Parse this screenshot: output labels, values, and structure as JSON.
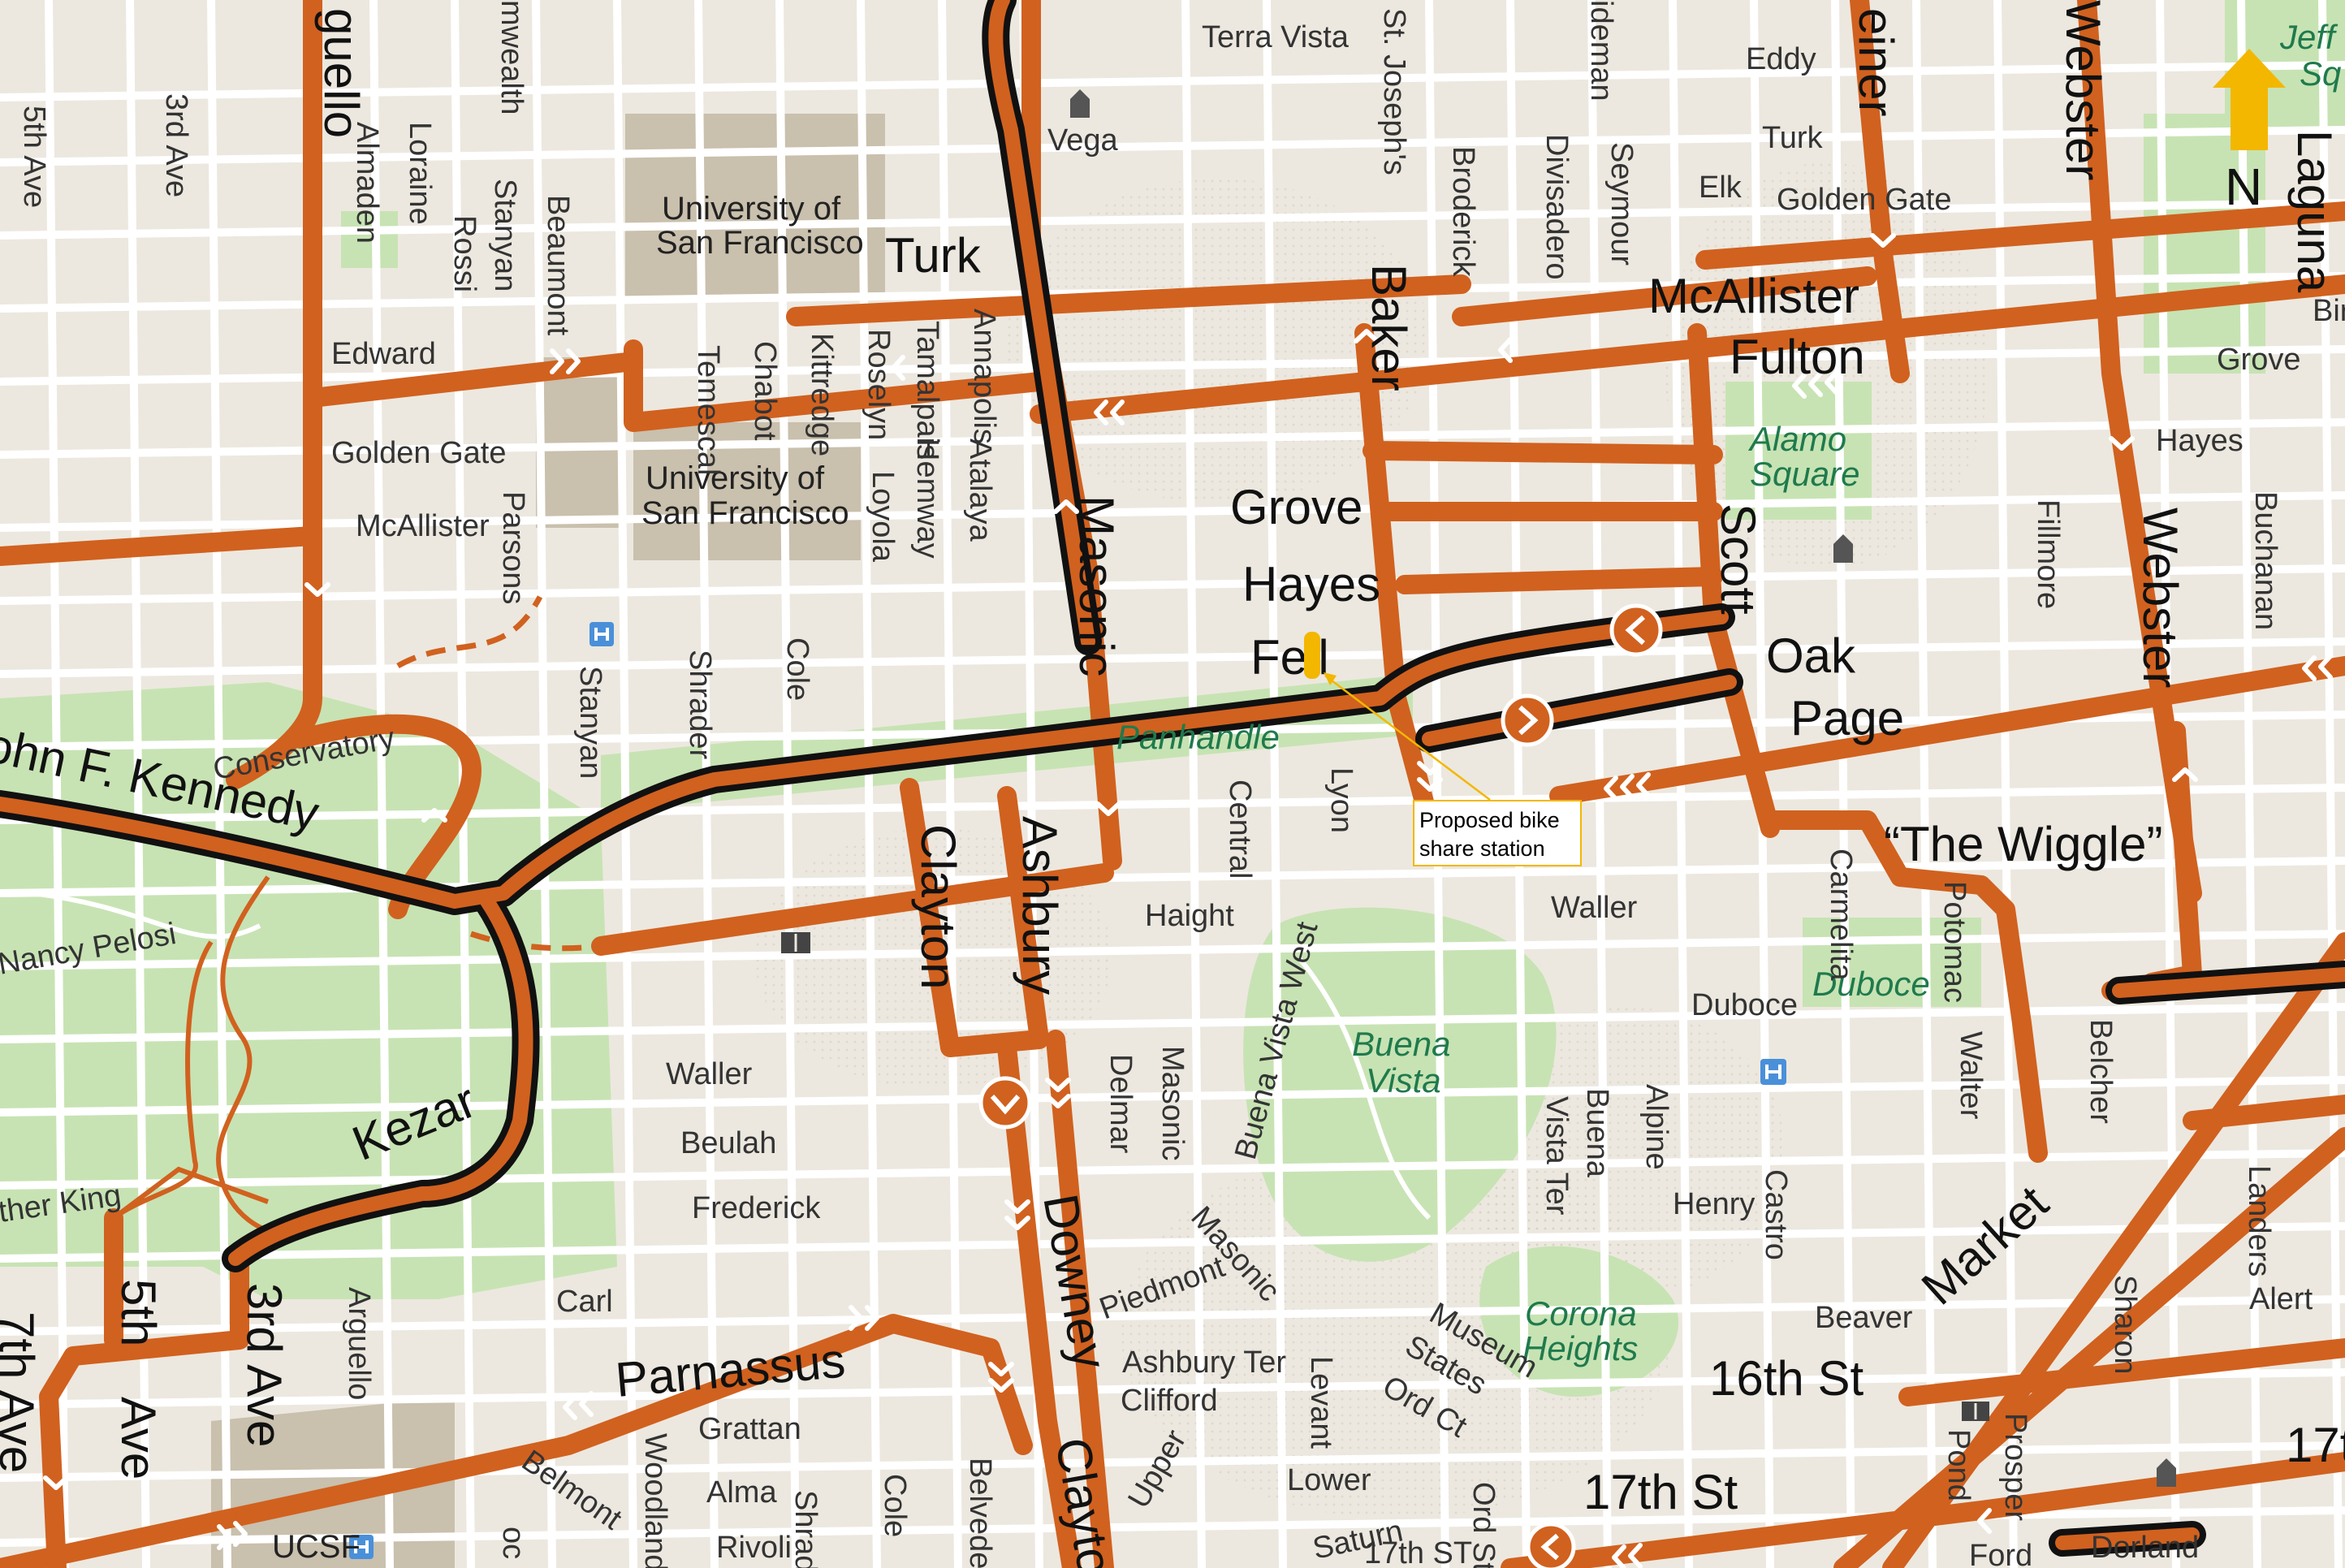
{
  "map": {
    "colors": {
      "background": "#ece8df",
      "street": "#ffffff",
      "park": "#c7e3b3",
      "campus": "#c9c0ad",
      "route": "#d1611f",
      "existing_route": "#111111",
      "highlight": "#f3b700"
    },
    "compass_label": "N",
    "callout": {
      "line1": "Proposed bike",
      "line2": "share station"
    },
    "streets": {
      "ave5": "5th Ave",
      "ave3": "3rd Ave",
      "arguello_top": "guello",
      "almaden": "Almaden",
      "loraine": "Loraine",
      "rossi": "Rossi",
      "stanyan_top": "Stanyan",
      "beaumont": "Beaumont",
      "commonwealth": "mwealth",
      "edward": "Edward",
      "golden_gate_w": "Golden Gate",
      "mcallister_w": "McAllister",
      "parsons": "Parsons",
      "temescal": "Temescal",
      "chabot": "Chabot",
      "kittredge": "Kittredge",
      "roselyn": "Roselyn",
      "tamalpais": "Tamalpais",
      "annapolis": "Annapolis",
      "hemway": "Hemway",
      "loyola": "Loyola",
      "atalaya": "Atalaya",
      "turk_big": "Turk",
      "terra_vista": "Terra Vista",
      "vega": "Vega",
      "st_josephs": "St. Joseph's",
      "broderick": "Broderick",
      "divisadero": "Divisadero",
      "seymour": "Seymour",
      "wideman": "ideman",
      "eddy": "Eddy",
      "turk_e": "Turk",
      "elk": "Elk",
      "golden_gate_e": "Golden Gate",
      "steiner": "einer",
      "webster_top": "Webster",
      "laguna": "Laguna",
      "mcallister_big": "McAllister",
      "fulton": "Fulton",
      "grove_e": "Grove",
      "hayes_e": "Hayes",
      "baker": "Baker",
      "masonic_big": "Masonic",
      "grove": "Grove",
      "hayes": "Hayes",
      "fell": "Fell",
      "scott": "Scott",
      "oak": "Oak",
      "page": "Page",
      "wiggle": "“The Wiggle”",
      "fillmore": "Fillmore",
      "webster_mid": "Webster",
      "buchanan": "Buchanan",
      "stanyan_mid": "Stanyan",
      "shrader": "Shrader",
      "cole_mid": "Cole",
      "conservatory": "Conservatory",
      "jfk": "John F. Kennedy",
      "clayton": "Clayton",
      "ashbury": "Ashbury",
      "central": "Central",
      "lyon": "Lyon",
      "haight": "Haight",
      "waller": "Waller",
      "carmelita": "Carmelita",
      "potomac": "Potomac",
      "walter": "Walter",
      "belcher": "Belcher",
      "duboce": "Duboce",
      "nancy_pelosi": "Nancy Pelosi",
      "kezar": "Kezar",
      "waller_w": "Waller",
      "beulah": "Beulah",
      "frederick": "Frederick",
      "delmar": "Delmar",
      "masonic_s": "Masonic",
      "buena_vista_west": "Buena Vista West",
      "vista_ter": "Vista Ter",
      "buena": "Buena",
      "alpine": "Alpine",
      "henry": "Henry",
      "castro": "Castro",
      "market": "Market",
      "landers": "Landers",
      "alert": "Alert",
      "sharon": "Sharon",
      "mlk": "ther King",
      "ave5_s": "5th",
      "ave5_s2": "Ave",
      "ave3_s": "3rd Ave",
      "ave7": "7th Ave",
      "carl": "Carl",
      "arguello_s": "Arguello",
      "parnassus": "Parnassus",
      "downey": "Downey",
      "piedmont": "Piedmont",
      "masonic_s2": "Masonic",
      "ashbury_ter": "Ashbury Ter",
      "clifford": "Clifford",
      "museum": "Museum",
      "states": "States",
      "ord_ct": "Ord Ct",
      "beaver": "Beaver",
      "st16": "16th St",
      "st16_e": "17t",
      "grattan": "Grattan",
      "alma": "Alma",
      "belmont": "Belmont",
      "woodland": "Woodland",
      "shrader_s": "Shrader",
      "cole_s": "Cole",
      "belvedere": "Belvedere",
      "clayton_s": "Clayton",
      "upper": "Upper",
      "levant": "Levant",
      "lower": "Lower",
      "st17": "17th St",
      "saturn": "Saturn",
      "st17_small": "17th ST",
      "ord_st": "Ord St",
      "pond": "Pond",
      "prosper": "Prosper",
      "ford": "Ford",
      "dorland": "Dorland",
      "rivoli": "Rivoli",
      "ucsf": "UCSF",
      "clote": "oc",
      "jeff": "Jeff",
      "sq": "Sq",
      "bir": "Bir"
    },
    "parks": {
      "panhandle": "Panhandle",
      "alamo": "Alamo",
      "square": "Square",
      "duboce": "Duboce",
      "buena": "Buena",
      "vista": "Vista",
      "corona": "Corona",
      "heights": "Heights"
    },
    "institutions": {
      "usf1_line1": "University of",
      "usf1_line2": "San Francisco",
      "usf2_line1": "University of",
      "usf2_line2": "San Francisco",
      "ucsf": "UCSF"
    },
    "icons": [
      "hospital-icon",
      "library-icon",
      "church-icon",
      "compass-arrow-icon",
      "bike-share-marker-icon"
    ]
  }
}
